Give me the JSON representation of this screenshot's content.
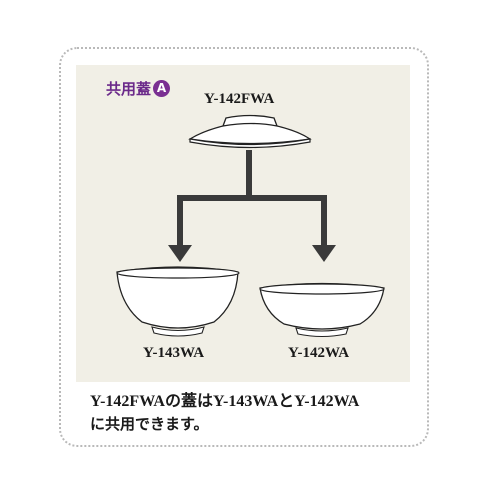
{
  "badge": {
    "label": "共用蓋",
    "letter": "A"
  },
  "lid": {
    "code": "Y-142FWA"
  },
  "bowls": [
    {
      "code": "Y-143WA"
    },
    {
      "code": "Y-142WA"
    }
  ],
  "caption": {
    "line1": "Y-142FWAの蓋はY-143WAとY-142WA",
    "line2": "に共用できます。"
  },
  "colors": {
    "panel_bg": "#f1efe6",
    "badge": "#7a2f92",
    "arrow": "#3a3a3a"
  }
}
